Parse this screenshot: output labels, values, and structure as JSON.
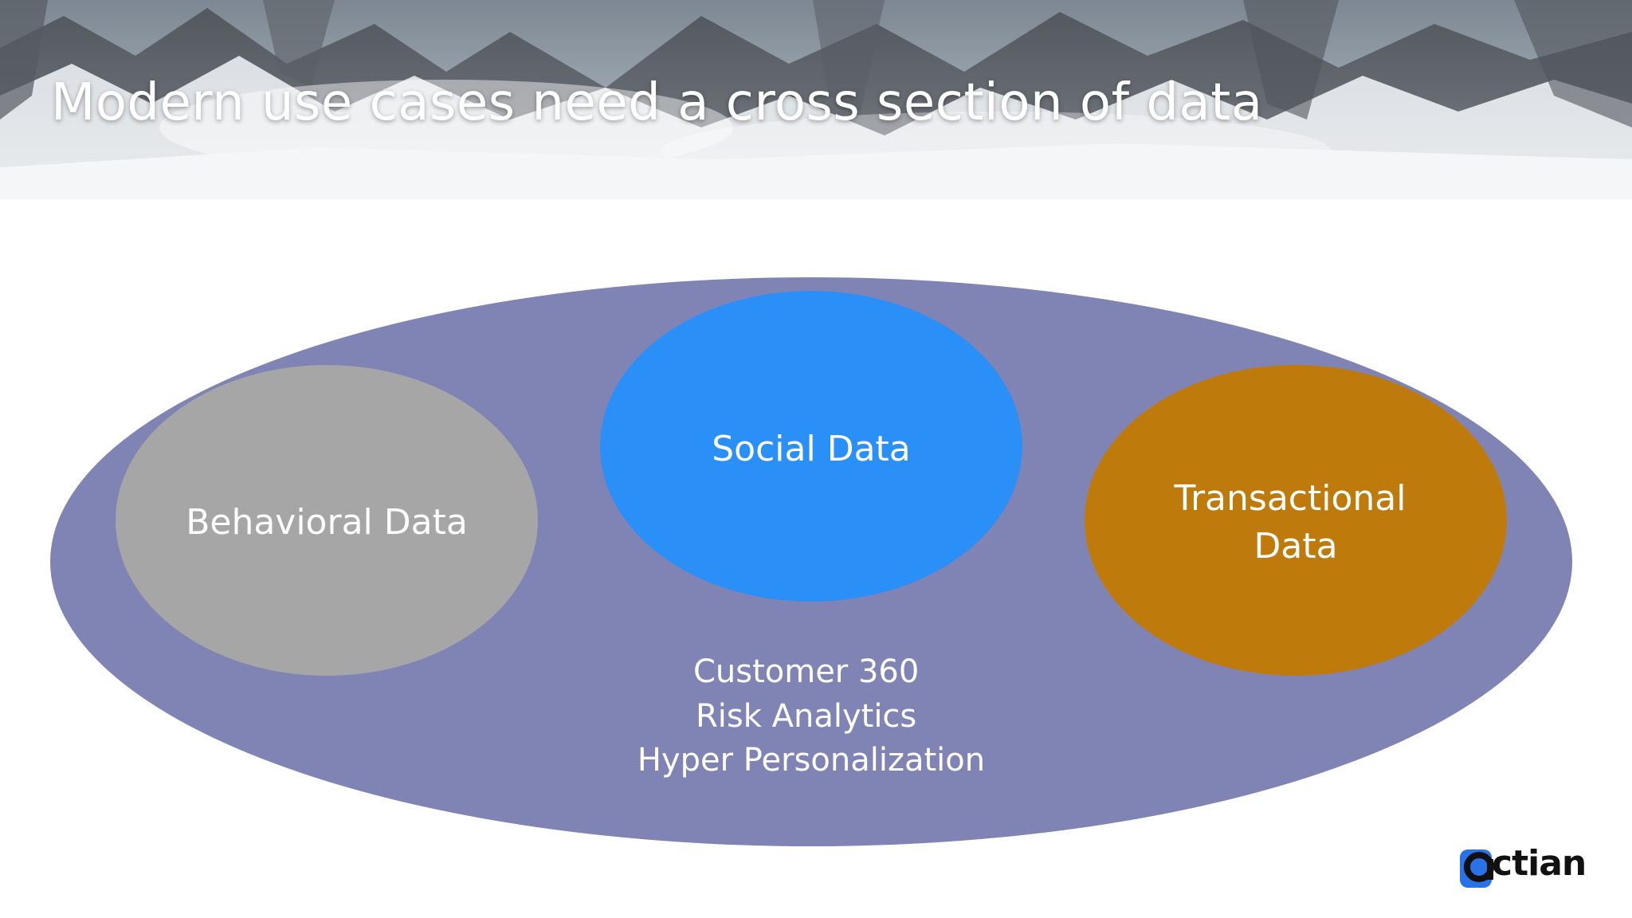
{
  "title": "Modern use cases need a cross section of data",
  "diagram": {
    "outer": {
      "color": "#8084b4",
      "lines": [
        "Customer 360",
        "Risk Analytics",
        "Hyper Personalization"
      ]
    },
    "circles": [
      {
        "id": "behavioral",
        "lines": [
          "Behavioral Data"
        ],
        "color": "#a6a6a6"
      },
      {
        "id": "social",
        "lines": [
          "Social Data"
        ],
        "color": "#2a8ff7"
      },
      {
        "id": "transactional",
        "lines": [
          "Transactional",
          "Data"
        ],
        "color": "#bf7a0c"
      }
    ]
  },
  "logo": {
    "text": "ctian",
    "mark_color": "#2a72e8"
  }
}
